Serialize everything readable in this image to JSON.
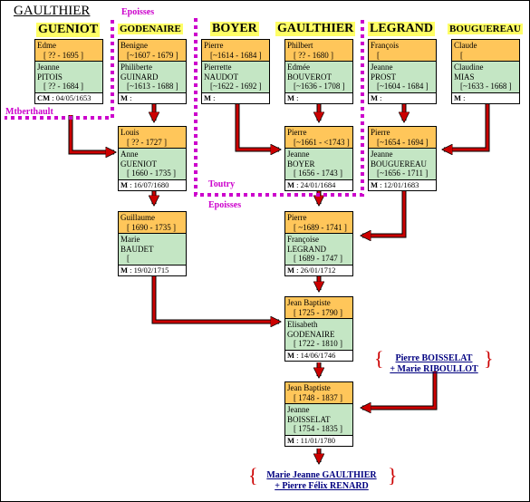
{
  "main_title": "GAULTHIER",
  "families": {
    "gueniot": "GUENIOT",
    "godenaire": "GODENAIRE",
    "boyer": "BOYER",
    "gaulthier": "GAULTHIER",
    "legrand": "LEGRAND",
    "bouguereau": "BOUGUEREAU"
  },
  "places": {
    "epoisses_top": "Epoisses",
    "mtberthault": "Mtberthault",
    "toutry": "Toutry",
    "epoisses_mid": "Epoisses"
  },
  "couples": {
    "c1": {
      "h_name": "Edme",
      "h_dates": "[ ?? - 1695 ]",
      "w_name": "Jeanne",
      "w_surname": "PITOIS",
      "w_dates": "[ ?? - 1684 ]",
      "m_label": "CM",
      "m_value": " : 04/05/1653"
    },
    "c2": {
      "h_name": "Benigne",
      "h_dates": "[~1607 - 1679 ]",
      "w_name": "Philiberte",
      "w_surname": "GUINARD",
      "w_dates": "[~1613 - 1688 ]",
      "m_label": "M",
      "m_value": " :"
    },
    "c3": {
      "h_name": "Pierre",
      "h_dates": "[~1614 - 1684 ]",
      "w_name": "Pierrette",
      "w_surname": "NAUDOT",
      "w_dates": "[~1622 - 1692 ]",
      "m_label": "M",
      "m_value": " :"
    },
    "c4": {
      "h_name": "Philbert",
      "h_dates": "[ ?? - 1680 ]",
      "w_name": "Edmée",
      "w_surname": "BOUVEROT",
      "w_dates": "[~1636 - 1708 ]",
      "m_label": "M",
      "m_value": " :"
    },
    "c5": {
      "h_name": "François",
      "h_dates": "[",
      "w_name": "Jeanne",
      "w_surname": "PROST",
      "w_dates": "[~1604 - 1684 ]",
      "m_label": "M",
      "m_value": " :"
    },
    "c6": {
      "h_name": "Claude",
      "h_dates": "[",
      "w_name": "Claudine",
      "w_surname": "MIAS",
      "w_dates": "[~1633 - 1668 ]",
      "m_label": "M",
      "m_value": " :"
    },
    "c7": {
      "h_name": "Louis",
      "h_dates": "[ ?? - 1727 ]",
      "w_name": "Anne",
      "w_surname": "GUENIOT",
      "w_dates": "[ 1660 - 1735 ]",
      "m_label": "M",
      "m_value": " : 16/07/1680"
    },
    "c8": {
      "h_name": "Pierre",
      "h_dates": "[~1661 - <1743 ]",
      "w_name": "Jeanne",
      "w_surname": "BOYER",
      "w_dates": "[ 1656 - 1743 ]",
      "m_label": "M",
      "m_value": " : 24/01/1684"
    },
    "c9": {
      "h_name": "Pierre",
      "h_dates": "[~1654 - 1694 ]",
      "w_name": "Jeanne",
      "w_surname": "BOUGUEREAU",
      "w_dates": "[~1656 - 1711 ]",
      "m_label": "M",
      "m_value": " : 12/01/1683"
    },
    "c10": {
      "h_name": "Guillaume",
      "h_dates": "[ 1690 - 1735 ]",
      "w_name": "Marie",
      "w_surname": "BAUDET",
      "w_dates": "[",
      "m_label": "M",
      "m_value": " : 19/02/1715"
    },
    "c11": {
      "h_name": "Pierre",
      "h_dates": "[ ~1689 - 1741 ]",
      "w_name": "Françoise",
      "w_surname": "LEGRAND",
      "w_dates": "[ 1689 - 1747 ]",
      "m_label": "M",
      "m_value": " : 26/01/1712"
    },
    "c12": {
      "h_name": "Jean Baptiste",
      "h_dates": "[ 1725 - 1790 ]",
      "w_name": "Elisabeth",
      "w_surname": "GODENAIRE",
      "w_dates": "[ 1722 - 1810 ]",
      "m_label": "M",
      "m_value": " : 14/06/1746"
    },
    "c13": {
      "h_name": "Jean Baptiste",
      "h_dates": "[ 1748 - 1837 ]",
      "w_name": "Jeanne",
      "w_surname": "BOISSELAT",
      "w_dates": "[ 1754 - 1835 ]",
      "m_label": "M",
      "m_value": " : 11/01/1780"
    }
  },
  "links": {
    "boisselat_line1": "Pierre BOISSELAT",
    "boisselat_line2": "+ Marie RIBOULLOT",
    "child_line1": "Marie Jeanne GAULTHIER",
    "child_line2": "+ Pierre Félix RENARD"
  },
  "colors": {
    "husband_bg": "#ffc65a",
    "wife_bg": "#c4e6c4",
    "family_label_bg": "#ffff66",
    "arrow": "#cc0000",
    "place_label": "#cc00cc",
    "link": "#000080"
  }
}
